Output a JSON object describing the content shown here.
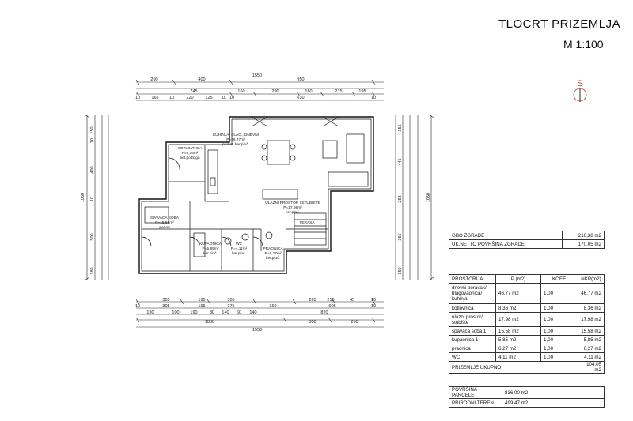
{
  "header": {
    "title": "TLOCRT PRIZEMLJA",
    "scale": "M 1:100"
  },
  "north_label": "S",
  "dims_top_row1": [
    "200",
    "400",
    "950"
  ],
  "dims_top_total": "1550",
  "dims_top_row2": [
    "745",
    "160",
    "290",
    "160",
    "215",
    "195"
  ],
  "dims_top_row3": [
    "10",
    "165",
    "10",
    "220",
    "125",
    "10",
    "10",
    "630",
    "10"
  ],
  "dims_bottom_row1": [
    "305",
    "195",
    "305",
    "265",
    "215",
    "45",
    "10"
  ],
  "dims_bottom_row2": [
    "10",
    "305",
    "195",
    "175",
    "360",
    "605",
    "10"
  ],
  "dims_bottom_row3": [
    "180",
    "100",
    "190",
    "80",
    "140",
    "60",
    "140",
    "820"
  ],
  "dims_bottom_row4": [
    "1000",
    "300",
    "250"
  ],
  "dims_bottom_total": "1550",
  "dims_left_total": "1050",
  "dims_left": [
    "150",
    "10",
    "400",
    "10",
    "500",
    "180"
  ],
  "dims_right_total": "1050",
  "dims_right": [
    "155",
    "445",
    "253",
    "365",
    "150"
  ],
  "rooms": [
    {
      "name": "KUHINJA, BLAG., DNEVNI",
      "area": "P=46,77m²",
      "floor": "parket, ker.ploč."
    },
    {
      "name": "KOTLOVNICA",
      "area": "P=8,36m²",
      "floor": "bet.podloga"
    },
    {
      "name": "ULAZNI PROSTOR I STUBIŠTE",
      "area": "P=17,98m²",
      "floor": "ker.ploč."
    },
    {
      "name": "SPAVAĆA SOBA",
      "area": "P=15,58m²",
      "floor": "parket"
    },
    {
      "name": "KUPAONICA",
      "area": "P=5,85m²",
      "floor": "ker.ploč."
    },
    {
      "name": "WC",
      "area": "P=4,11m²",
      "floor": "ker.ploč."
    },
    {
      "name": "PRAONICA",
      "area": "P=6,27m²",
      "floor": "ker.ploč."
    },
    {
      "name": "TERASA",
      "area": "",
      "floor": ""
    }
  ],
  "summary_table": [
    {
      "label": "GBO ZGRADE",
      "value": "210,38 m2"
    },
    {
      "label": "UK.NETTO POVRŠINA ZGRADE",
      "value": "170,05 m2"
    }
  ],
  "rooms_table": {
    "headers": [
      "PROSTORIJA",
      "P (m2)",
      "KOEF.",
      "NKP(m2)"
    ],
    "rows": [
      [
        "dnevni boravak/ blagovaonica/ kuhinja",
        "46,77 m2",
        "1,00",
        "46,77 m2"
      ],
      [
        "kotlovnica",
        "8,36 m2",
        "1,00",
        "8,36 m2"
      ],
      [
        "ulazni prostor/ stubište",
        "17,98 m2",
        "1,00",
        "17,98 m2"
      ],
      [
        "spavaća soba 1",
        "15,58 m2",
        "1,00",
        "15,58 m2"
      ],
      [
        "kupaonica 1",
        "5,85 m2",
        "1,00",
        "5,85 m2"
      ],
      [
        "praonica",
        "6,27 m2",
        "1,00",
        "6,27 m2"
      ],
      [
        "WC",
        "4,11 m2",
        "1,00",
        "4,11 m2"
      ]
    ],
    "total": {
      "label": "PRIZEMLJE UKUPNO",
      "value": "104,05 m2"
    }
  },
  "parcel_table": [
    {
      "label": "POVRŠINA PARCELE",
      "value": "836,00 m2"
    },
    {
      "label": "PRIRODNI TEREN",
      "value": "499,47 m2"
    }
  ]
}
